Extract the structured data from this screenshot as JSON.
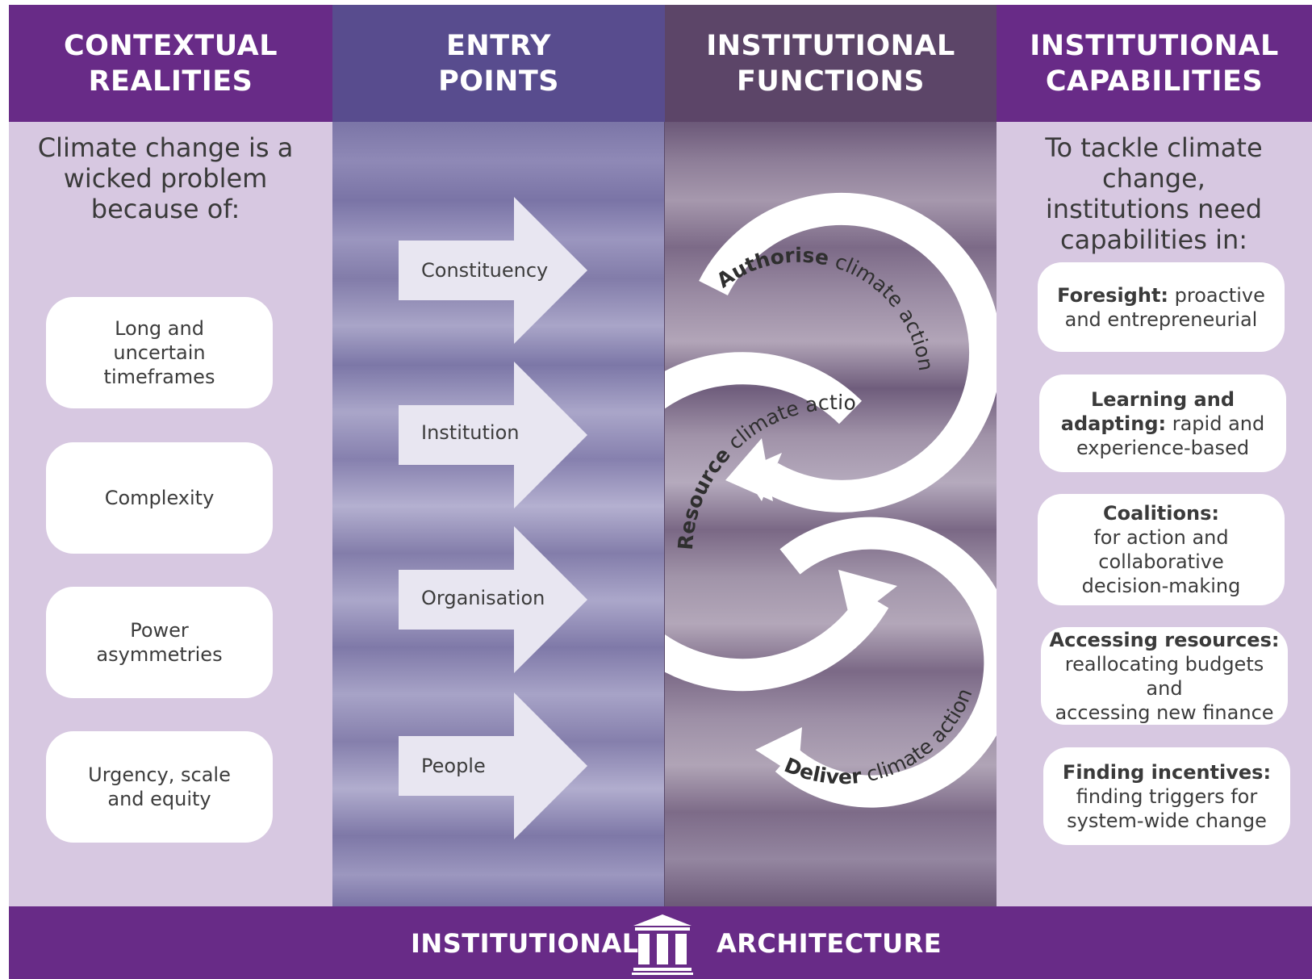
{
  "columns": {
    "contextual": {
      "title_line1": "CONTEXTUAL",
      "title_line2": "REALITIES"
    },
    "entry": {
      "title_line1": "ENTRY",
      "title_line2": "POINTS"
    },
    "functions": {
      "title_line1": "INSTITUTIONAL",
      "title_line2": "FUNCTIONS"
    },
    "capabilities": {
      "title_line1": "INSTITUTIONAL",
      "title_line2": "CAPABILITIES"
    }
  },
  "contextual_intro": [
    "Climate change is a",
    "wicked problem",
    "because of:"
  ],
  "realities": [
    [
      "Long and",
      "uncertain",
      "timeframes"
    ],
    [
      "Complexity"
    ],
    [
      "Power",
      "asymmetries"
    ],
    [
      "Urgency, scale",
      "and equity"
    ]
  ],
  "entry_points": [
    "Constituency",
    "Institution",
    "Organisation",
    "People"
  ],
  "functions": {
    "authorise": {
      "verb": "Authorise",
      "rest": " climate action"
    },
    "resource": {
      "verb": "Resource",
      "rest": " climate action"
    },
    "deliver": {
      "verb": "Deliver",
      "rest": " climate action"
    }
  },
  "capabilities_intro": [
    "To tackle climate change,",
    "institutions need",
    "capabilities in:"
  ],
  "capabilities": [
    {
      "lines": [
        {
          "bold": "Foresight:",
          "text": " proactive"
        },
        {
          "bold": "",
          "text": "and entrepreneurial"
        }
      ]
    },
    {
      "lines": [
        {
          "bold": "Learning and",
          "text": ""
        },
        {
          "bold": "adapting:",
          "text": " rapid and"
        },
        {
          "bold": "",
          "text": "experience-based"
        }
      ]
    },
    {
      "lines": [
        {
          "bold": "Coalitions:",
          "text": ""
        },
        {
          "bold": "",
          "text": "for action and"
        },
        {
          "bold": "",
          "text": "collaborative"
        },
        {
          "bold": "",
          "text": "decision-making"
        }
      ]
    },
    {
      "lines": [
        {
          "bold": "Accessing resources:",
          "text": ""
        },
        {
          "bold": "",
          "text": "reallocating budgets and"
        },
        {
          "bold": "",
          "text": "accessing new finance"
        }
      ]
    },
    {
      "lines": [
        {
          "bold": "Finding incentives:",
          "text": ""
        },
        {
          "bold": "",
          "text": "finding triggers for"
        },
        {
          "bold": "",
          "text": "system-wide change"
        }
      ]
    }
  ],
  "footer": {
    "left": "INSTITUTIONAL",
    "right": "ARCHITECTURE",
    "icon": "institution-building-icon"
  },
  "colors": {
    "purple": "#682b87",
    "indigo": "#584c8e",
    "plum": "#5c4568",
    "lavender": "#d7c8e1"
  }
}
